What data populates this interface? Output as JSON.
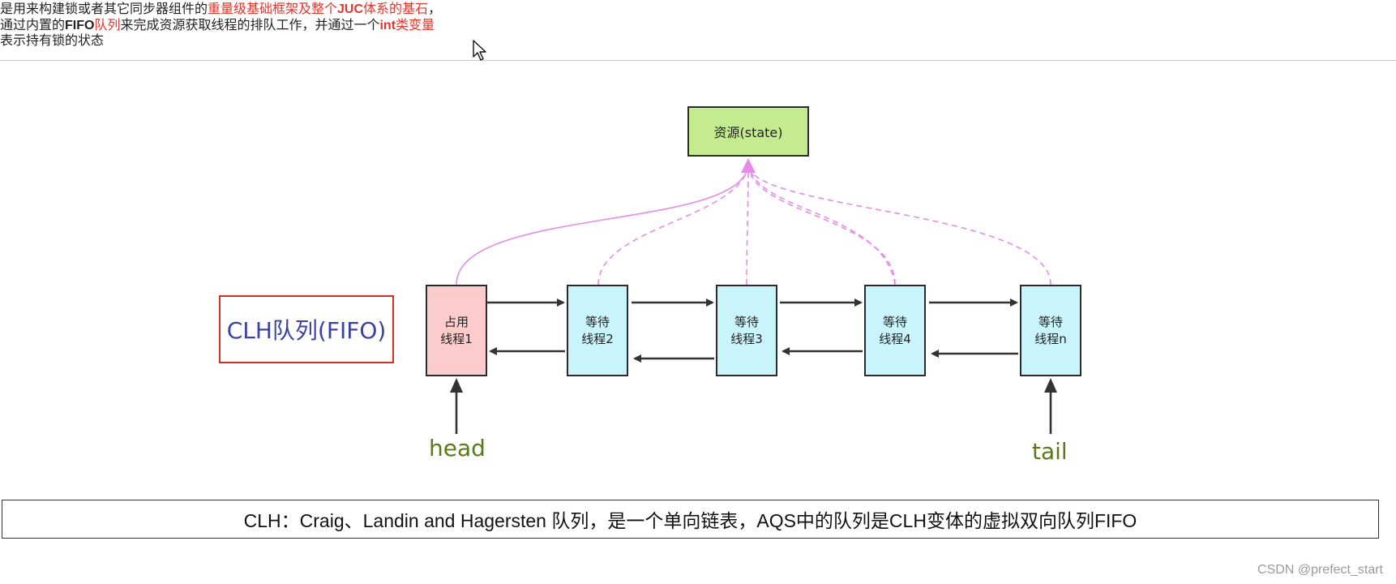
{
  "intro": {
    "line1_prefix": "是用来构建锁或者其它同步器组件的",
    "line1_highlight": "重量级基础框架及整个",
    "line1_highlight_bold": "JUC",
    "line1_highlight_tail": "体系的基石",
    "line1_suffix": "，",
    "line2_prefix": "通过内置的",
    "line2_bold": "FIFO",
    "line2_highlight": "队列",
    "line2_middle": "来完成资源获取线程的排队工作，并通过一个",
    "line2_highlight_bold": "int",
    "line2_highlight_tail": "类变量",
    "line3": "表示持有锁的状态"
  },
  "diagram": {
    "resource_label": "资源(state)",
    "queue_label": "CLH队列(FIFO)",
    "nodes": [
      {
        "line1": "占用",
        "line2": "线程1",
        "kind": "occupied"
      },
      {
        "line1": "等待",
        "line2": "线程2",
        "kind": "waiting"
      },
      {
        "line1": "等待",
        "line2": "线程3",
        "kind": "waiting"
      },
      {
        "line1": "等待",
        "line2": "线程4",
        "kind": "waiting"
      },
      {
        "line1": "等待",
        "line2": "线程n",
        "kind": "waiting"
      }
    ],
    "head_label": "head",
    "tail_label": "tail"
  },
  "footer": {
    "text": "CLH：Craig、Landin and Hagersten 队列，是一个单向链表，AQS中的队列是CLH变体的虚拟双向队列FIFO"
  },
  "watermark": "CSDN @prefect_start",
  "colors": {
    "resource_fill": "#c4ec8e",
    "occupied_fill": "#fccccc",
    "waiting_fill": "#c9f4fb",
    "highlight_text": "#e8332a",
    "queue_label_text": "#3a42a4",
    "queue_label_border": "#d0311f",
    "pointer_label_text": "#5a7a16",
    "curve_color": "#e58ce8"
  }
}
